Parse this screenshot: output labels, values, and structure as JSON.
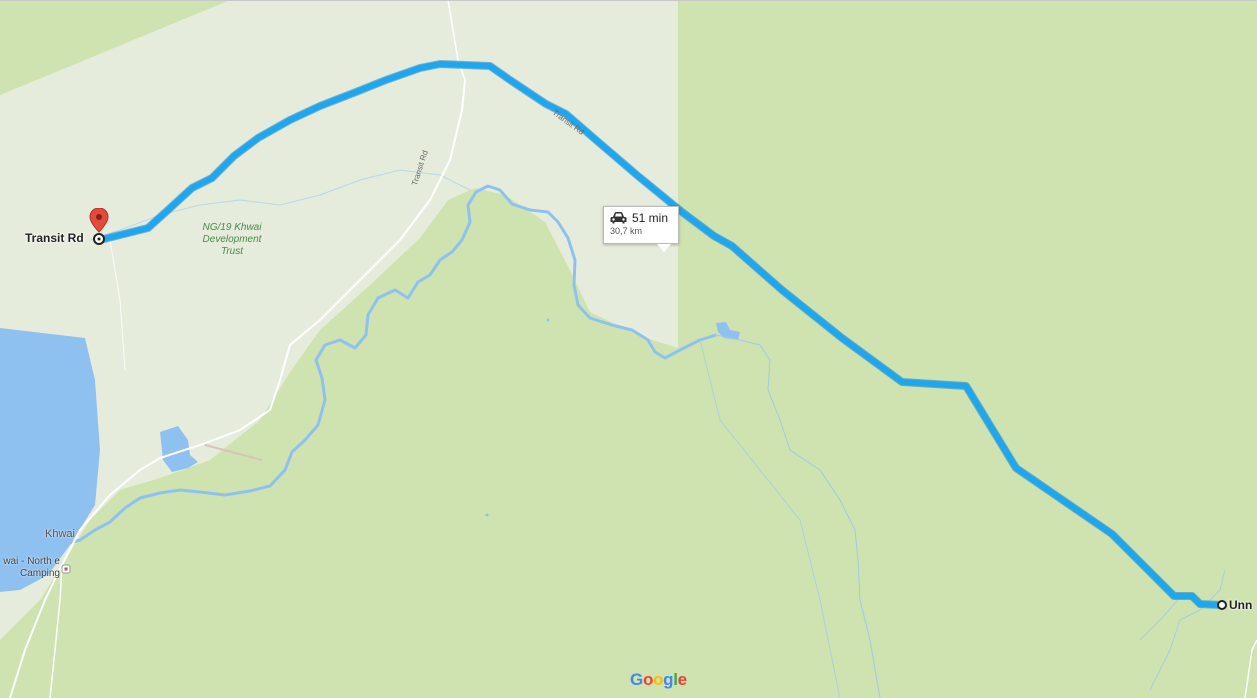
{
  "map": {
    "labels": {
      "start": "Transit Rd",
      "end": "Unn",
      "park": "NG/19 Khwai Development Trust",
      "town": "Khwai",
      "camp": "wai - North e Camping",
      "road_transit": "Transit Rd",
      "road_along_route": "Transit Rd"
    },
    "route": {
      "duration": "51 min",
      "distance": "30,7 km",
      "mode_icon": "car-icon",
      "color": "#1ea6ee"
    },
    "attribution": {
      "logo": "Google"
    },
    "icons": {
      "start_pin": "map-pin-icon",
      "end_marker": "destination-circle-icon",
      "camp_marker": "campsite-icon"
    },
    "colors": {
      "park_land": "#cfe3b0",
      "open_land": "#e6ecdc",
      "water": "#8fc1f0",
      "road": "#ffffff",
      "pin": "#e24a3b"
    }
  }
}
